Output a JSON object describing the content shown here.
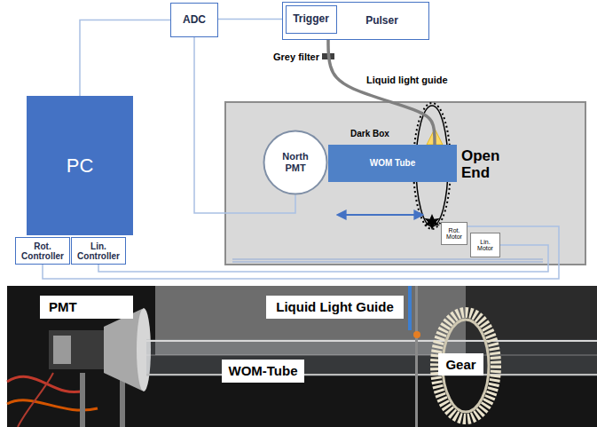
{
  "diagram": {
    "nodes": [
      {
        "text": [
          "ADC"
        ]
      },
      {
        "text": [
          "Pulser"
        ]
      },
      {
        "text": [
          "Trigger"
        ],
        "in": 1
      },
      {
        "text": [
          "PC"
        ]
      },
      {
        "text": [
          "Dark Box"
        ]
      },
      {
        "text": [
          "North PMT"
        ],
        "in": 4
      },
      {
        "text": [
          "WOM Tube"
        ],
        "in": 4
      },
      {
        "text": [
          "Rot. Motor"
        ],
        "in": 4
      },
      {
        "text": [
          "Lin. Motor"
        ],
        "in": 4
      },
      {
        "text": [
          "Rot. Controller"
        ]
      },
      {
        "text": [
          "Lin. Controller"
        ]
      },
      {
        "text": [
          "PMT"
        ]
      },
      {
        "text": [
          "Liquid Light Guide"
        ]
      },
      {
        "text": [
          "WOM-Tube"
        ]
      },
      {
        "text": [
          "Gear"
        ]
      }
    ],
    "edges": [
      {
        "from": 0,
        "to": 3,
        "arrow": "none"
      },
      {
        "from": 0,
        "to": 2,
        "arrow": "none"
      },
      {
        "from": 0,
        "to": 5,
        "arrow": "none"
      },
      {
        "from": 1,
        "to": 6,
        "arrow": "none"
      },
      {
        "from": 9,
        "to": 7,
        "arrow": "none"
      },
      {
        "from": 10,
        "to": 8,
        "arrow": "none"
      }
    ],
    "labels": [
      "Grey filter",
      "Liquid light guide",
      "Open End"
    ]
  }
}
